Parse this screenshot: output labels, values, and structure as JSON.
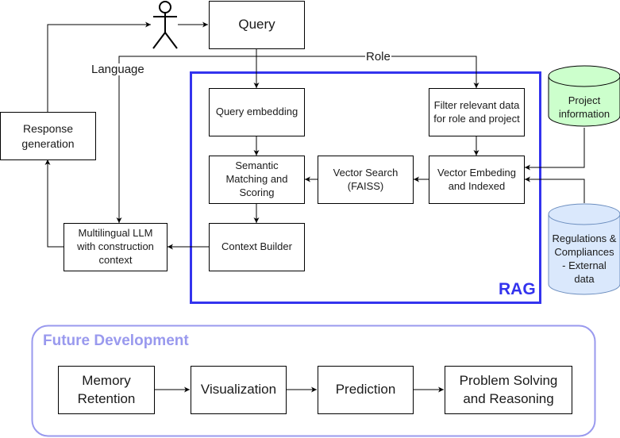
{
  "colors": {
    "rag_border": "#3333ee",
    "future_border": "#9999ee",
    "project_db_fill": "#ccffcc",
    "external_db_fill": "#dae8fc",
    "external_db_stroke": "#6c8ebf"
  },
  "actor": {
    "icon": "person-icon"
  },
  "nodes": {
    "query": "Query",
    "query_embedding": "Query embedding",
    "filter": [
      "Filter relevant data",
      "for role and project"
    ],
    "semantic": [
      "Semantic",
      "Matching and",
      "Scoring"
    ],
    "vector_search": [
      "Vector Search",
      "(FAISS)"
    ],
    "vector_embed": [
      "Vector Embeding",
      "and Indexed"
    ],
    "context_builder": "Context Builder",
    "llm": [
      "Multilingual LLM",
      "with construction",
      "context"
    ],
    "response": [
      "Response",
      "generation"
    ]
  },
  "databases": {
    "project": [
      "Project",
      "information"
    ],
    "external": [
      "Regulations &",
      "Compliances",
      "- External",
      "data"
    ]
  },
  "edge_labels": {
    "language": "Language",
    "role": "Role"
  },
  "groups": {
    "rag": "RAG",
    "future": "Future Development"
  },
  "future_steps": [
    [
      "Memory",
      "Retention"
    ],
    [
      "Visualization"
    ],
    [
      "Prediction"
    ],
    [
      "Problem Solving",
      "and Reasoning"
    ]
  ]
}
